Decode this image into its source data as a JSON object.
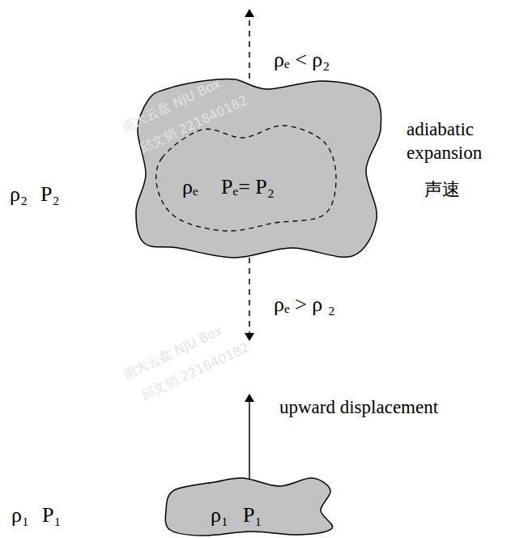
{
  "diagram": {
    "nodes": [
      {
        "text": [
          "ρₑ",
          "Pₑ= P₂"
        ]
      },
      {
        "text": [
          "ρ₁",
          "P₁"
        ]
      }
    ],
    "labels": [
      "ρₑ < ρ₂",
      "adiabatic expansion",
      "声速",
      "ρ₂",
      "P₂",
      "ρₑ > ρ ₂",
      "upward displacement",
      "ρ₁",
      "P₁",
      "南大云盘 NJU Box",
      "邱文韬 221840182",
      "南大云盘 NJU Box",
      "邱文韬 221840182"
    ]
  }
}
